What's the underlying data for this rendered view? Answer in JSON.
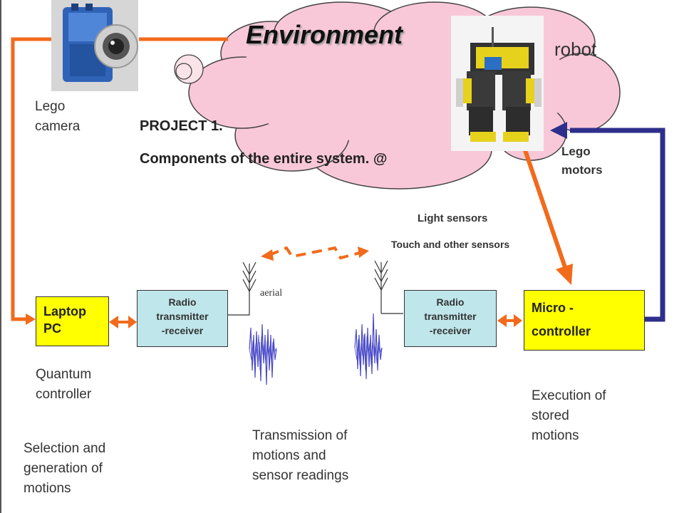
{
  "title": "Environment",
  "robot_label": "robot",
  "project": {
    "line1": "PROJECT 1.",
    "line2": "Components of the entire system. @"
  },
  "camera_label": [
    "Lego",
    "camera"
  ],
  "motors_label": [
    "Lego",
    "motors"
  ],
  "sensors": {
    "light": "Light sensors",
    "touch": "Touch and other sensors"
  },
  "laptop": {
    "line1": "Laptop",
    "line2": "PC"
  },
  "radio_left": [
    "Radio",
    "transmitter",
    "-receiver"
  ],
  "radio_right": [
    "Radio",
    "transmitter",
    "-receiver"
  ],
  "aerial_label": "aerial",
  "micro": {
    "line1": "Micro -",
    "line2": "controller"
  },
  "quantum_label": [
    "Quantum",
    "controller"
  ],
  "selection_label": [
    "Selection and",
    "generation of",
    "motions"
  ],
  "transmission_label": [
    "Transmission of",
    "motions and",
    "sensor readings"
  ],
  "execution_label": [
    "Execution of",
    "stored",
    "motions"
  ],
  "colors": {
    "orange": "#f26a1b",
    "navy": "#2e2e8c",
    "cloud": "#f9c8d8",
    "yellow": "#ffff00",
    "cyan": "#bfe6ea",
    "signal": "#4a4ac8"
  }
}
